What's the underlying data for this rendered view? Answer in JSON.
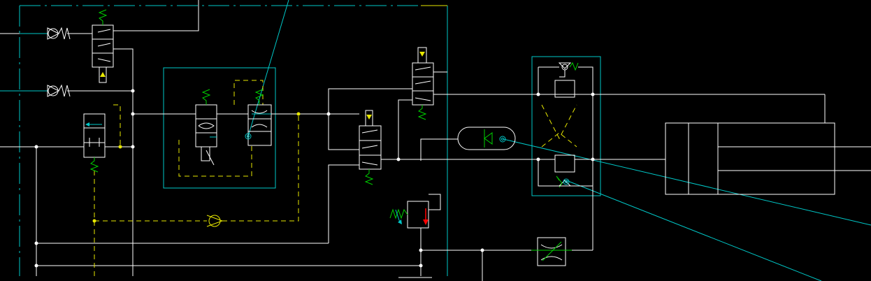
{
  "diagram": {
    "type": "hydraulic-schematic",
    "background": "#000000",
    "colors": {
      "line": "#ffffff",
      "boundary": "#00c8c8",
      "pilot": "#e8e800",
      "spring": "#00d000",
      "arrow_red": "#ff0000"
    },
    "components": [
      "check-valve",
      "check-valve",
      "directional-valve",
      "directional-valve",
      "flow-control-valve",
      "flow-control-valve",
      "shuttle-check-valve",
      "directional-valve",
      "directional-valve",
      "accumulator",
      "pilot-check-valve",
      "pilot-check-valve",
      "relief-valve",
      "throttle-valve",
      "hydraulic-cylinder"
    ]
  }
}
